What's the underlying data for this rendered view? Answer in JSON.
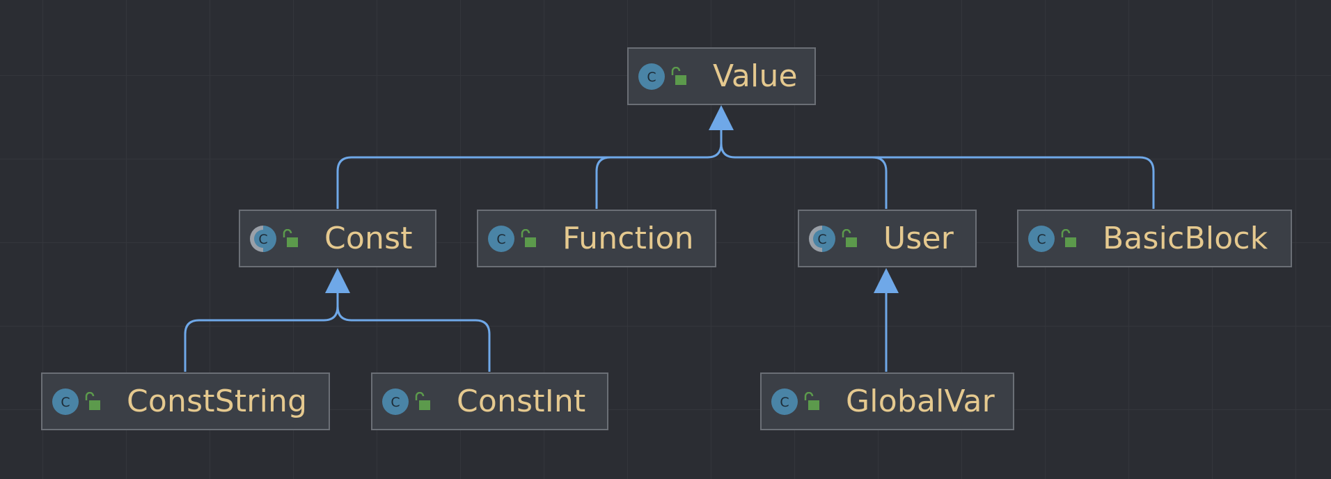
{
  "diagram": {
    "type": "class-hierarchy",
    "colors": {
      "background": "#2b2d33",
      "grid": "#34363c",
      "node_fill": "#3b3f46",
      "node_border": "#6b6f76",
      "label": "#e5c98f",
      "class_icon": "#4a84a6",
      "lock_icon": "#5c9a4c",
      "edge": "#6fa8e8"
    },
    "nodes": [
      {
        "id": "value",
        "label": "Value",
        "icon": "class-icon",
        "access_icon": "public-lock-icon"
      },
      {
        "id": "const",
        "label": "Const",
        "icon": "abstract-class-icon",
        "access_icon": "public-lock-icon"
      },
      {
        "id": "function",
        "label": "Function",
        "icon": "class-icon",
        "access_icon": "public-lock-icon"
      },
      {
        "id": "user",
        "label": "User",
        "icon": "abstract-class-icon",
        "access_icon": "public-lock-icon"
      },
      {
        "id": "basicblock",
        "label": "BasicBlock",
        "icon": "class-icon",
        "access_icon": "public-lock-icon"
      },
      {
        "id": "conststring",
        "label": "ConstString",
        "icon": "class-icon",
        "access_icon": "public-lock-icon"
      },
      {
        "id": "constint",
        "label": "ConstInt",
        "icon": "class-icon",
        "access_icon": "public-lock-icon"
      },
      {
        "id": "globalvar",
        "label": "GlobalVar",
        "icon": "class-icon",
        "access_icon": "public-lock-icon"
      }
    ],
    "edges": [
      {
        "from": "const",
        "to": "value",
        "relation": "extends"
      },
      {
        "from": "function",
        "to": "value",
        "relation": "extends"
      },
      {
        "from": "user",
        "to": "value",
        "relation": "extends"
      },
      {
        "from": "basicblock",
        "to": "value",
        "relation": "extends"
      },
      {
        "from": "conststring",
        "to": "const",
        "relation": "extends"
      },
      {
        "from": "constint",
        "to": "const",
        "relation": "extends"
      },
      {
        "from": "globalvar",
        "to": "user",
        "relation": "extends"
      }
    ]
  }
}
